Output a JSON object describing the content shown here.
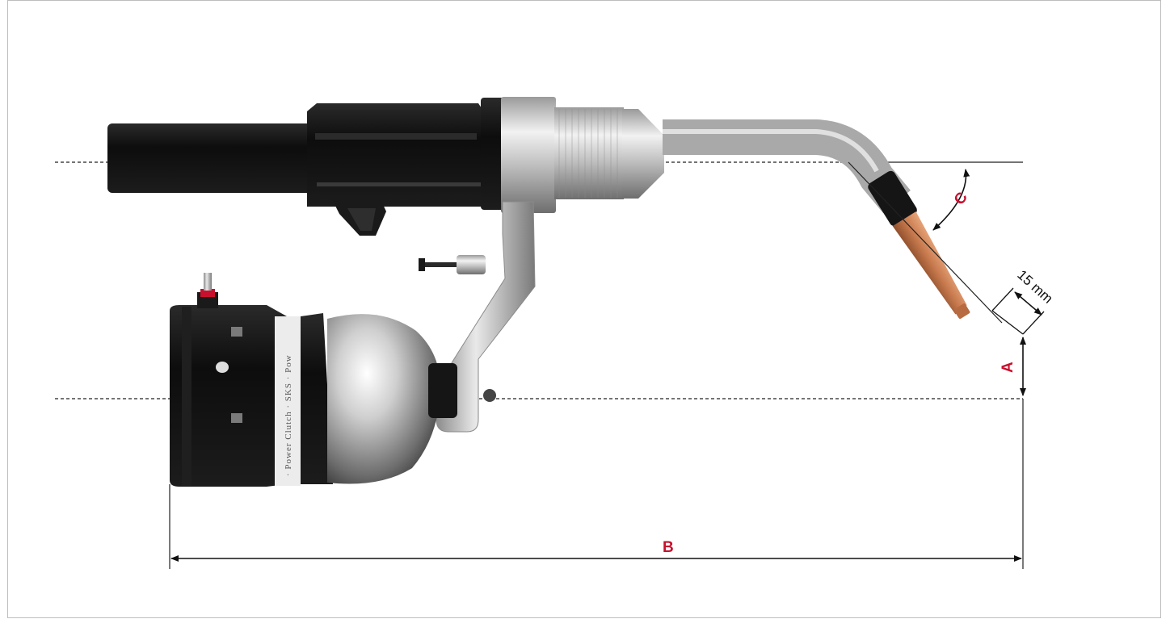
{
  "labels": {
    "a": "A",
    "b": "B",
    "c": "C",
    "offset": "15 mm",
    "clutch_text": "· Power Clutch · SKS · Pow"
  },
  "colors": {
    "label_red": "#c8102e",
    "copper": "#c87a4e",
    "black_body": "#111111",
    "chrome": "#b8b8b8"
  }
}
